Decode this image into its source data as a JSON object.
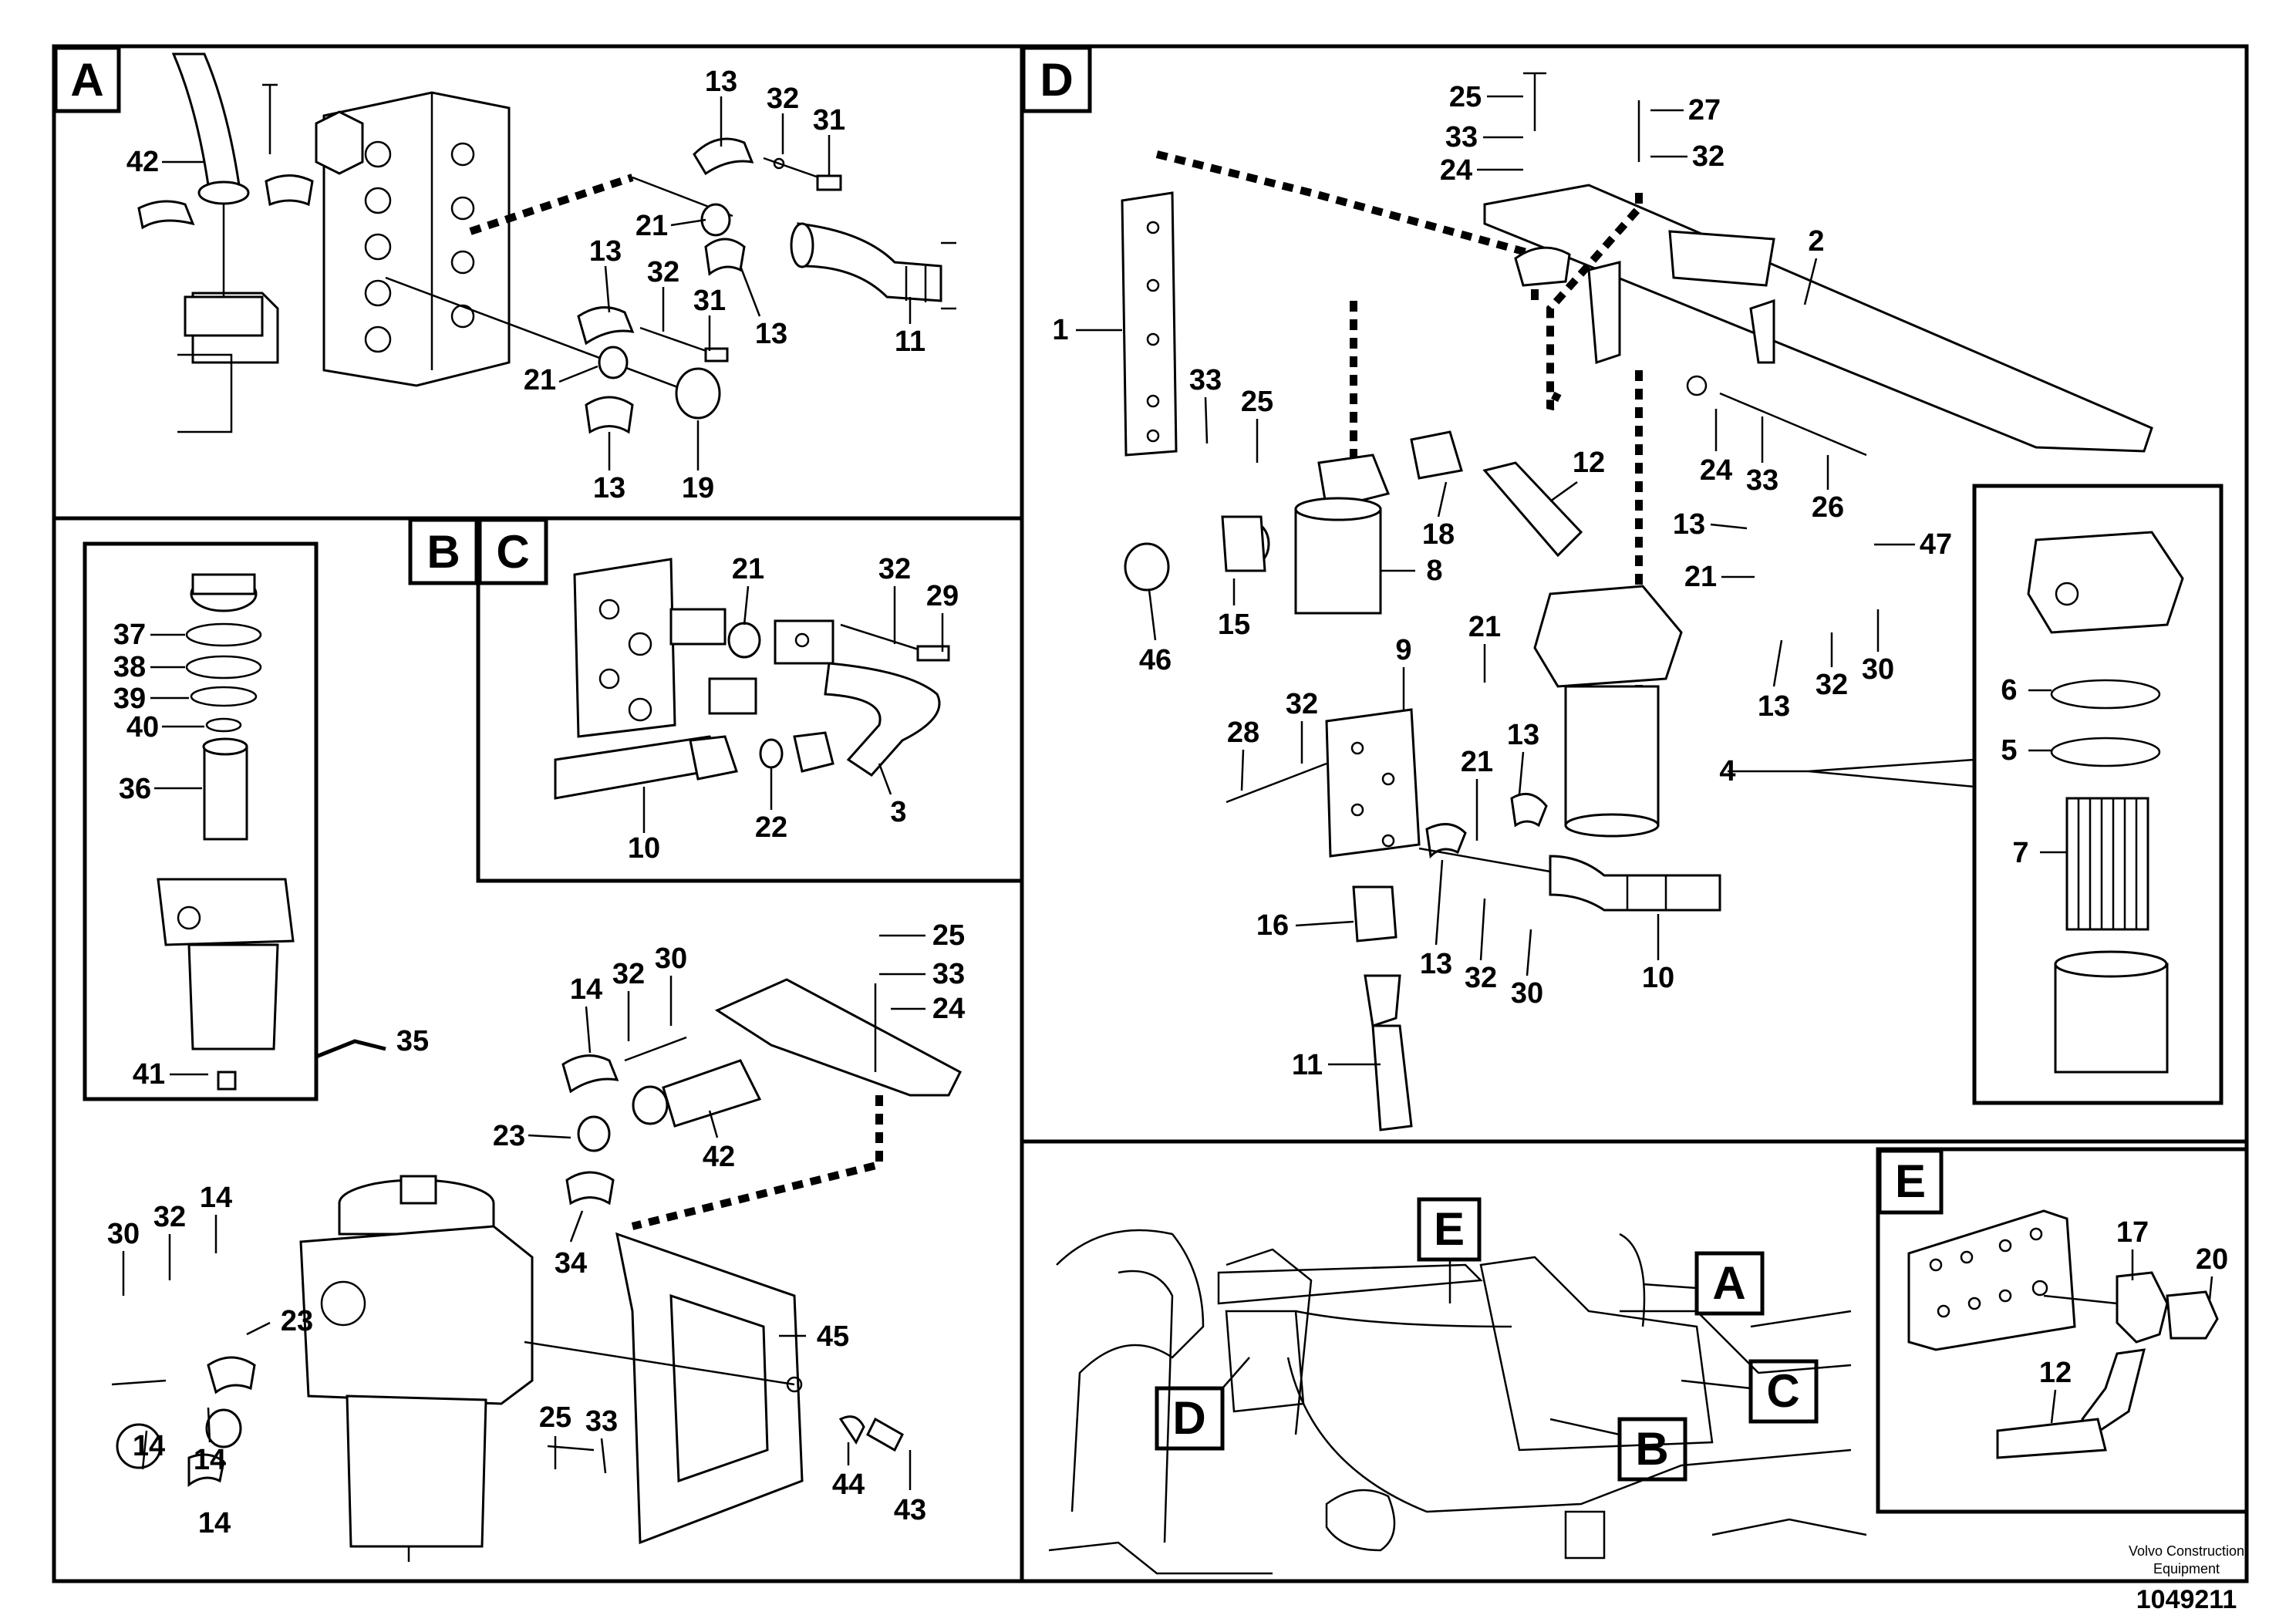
{
  "panels": {
    "A": "A",
    "B": "B",
    "C": "C",
    "D": "D",
    "E": "E"
  },
  "overview_tags": [
    "E",
    "A",
    "C",
    "D",
    "B"
  ],
  "callouts": {
    "A": [
      "42",
      "13",
      "32",
      "31",
      "21",
      "13",
      "32",
      "31",
      "13",
      "11",
      "21",
      "13",
      "19"
    ],
    "BC": [
      "37",
      "38",
      "39",
      "40",
      "36",
      "41",
      "35",
      "21",
      "32",
      "29",
      "22",
      "3",
      "10",
      "25",
      "33",
      "24",
      "14",
      "32",
      "30",
      "23",
      "42",
      "30",
      "32",
      "14",
      "23",
      "34",
      "45",
      "14",
      "14",
      "25",
      "33",
      "44",
      "43"
    ],
    "D": [
      "25",
      "27",
      "33",
      "32",
      "24",
      "2",
      "1",
      "33",
      "25",
      "12",
      "24",
      "33",
      "26",
      "18",
      "8",
      "15",
      "46",
      "13",
      "47",
      "21",
      "21",
      "9",
      "28",
      "32",
      "32",
      "30",
      "13",
      "13",
      "21",
      "4",
      "6",
      "5",
      "7",
      "16",
      "13",
      "32",
      "30",
      "10",
      "11"
    ],
    "E": [
      "17",
      "20",
      "12"
    ]
  },
  "footer": {
    "company_line1": "Volvo Construction",
    "company_line2": "Equipment",
    "drawing_number": "1049211"
  }
}
